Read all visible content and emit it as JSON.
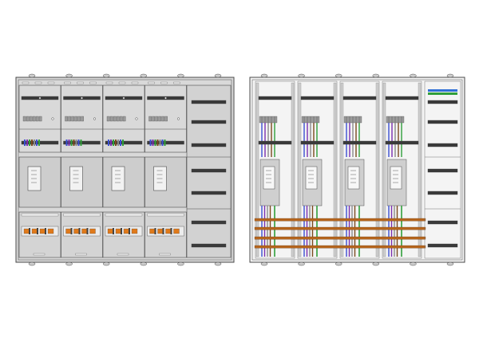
{
  "views": [
    {
      "name": "cabinet-front-closed",
      "meter_fields": 4,
      "side_column": "covers"
    },
    {
      "name": "cabinet-front-open-wiring",
      "meter_fields": 4,
      "side_column": "din-rails"
    }
  ],
  "field_labels": {
    "top_row": [
      "",
      "",
      "",
      ""
    ],
    "bottom_row": [
      "",
      "",
      "",
      ""
    ]
  },
  "colors": {
    "panel_fill": "#d9d9d9",
    "panel_dark": "#bcbcbc",
    "outline": "#4a4a4a",
    "rail": "#3a3a3a",
    "meter_fill": "#c8c8c8",
    "busbar": "#b5651d",
    "wire_blue": "#3b4fd1",
    "wire_purple": "#7a2fb0",
    "wire_green": "#2f9e3a",
    "wire_brown": "#7a4a1e",
    "wire_grey": "#8a8a8a",
    "terminal_orange": "#e07a1a",
    "terminal_blue": "#2f6fd6"
  }
}
